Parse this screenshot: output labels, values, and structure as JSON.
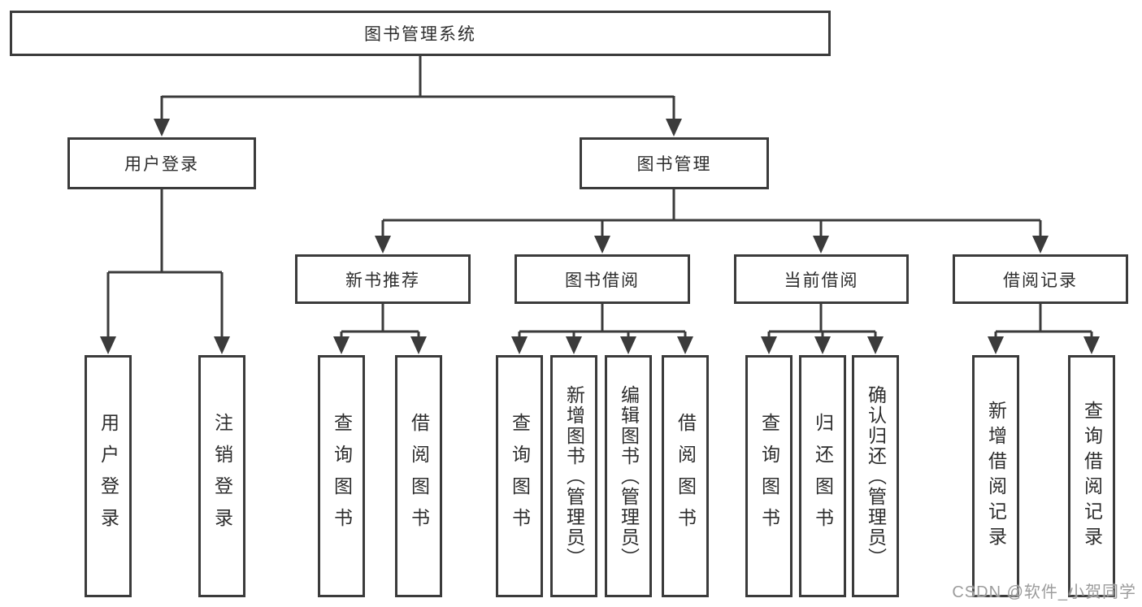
{
  "diagram": {
    "title": "图书管理系统",
    "children": [
      {
        "label": "用户登录",
        "children": [
          "用户登录",
          "注销登录"
        ]
      },
      {
        "label": "图书管理",
        "children": [
          {
            "label": "新书推荐",
            "children": [
              "查询图书",
              "借阅图书"
            ]
          },
          {
            "label": "图书借阅",
            "children": [
              "查询图书",
              "新增图书（管理员）",
              "编辑图书（管理员）",
              "借阅图书"
            ]
          },
          {
            "label": "当前借阅",
            "children": [
              "查询图书",
              "归还图书",
              "确认归还（管理员）"
            ]
          },
          {
            "label": "借阅记录",
            "children": [
              "新增借阅记录",
              "查询借阅记录"
            ]
          }
        ]
      }
    ]
  },
  "watermark": "CSDN @软件_小贺同学",
  "colors": {
    "line": "#3b3b3b",
    "text": "#2d2d2d",
    "box_background": "#ffffff",
    "watermark": "#9c9c9c"
  }
}
